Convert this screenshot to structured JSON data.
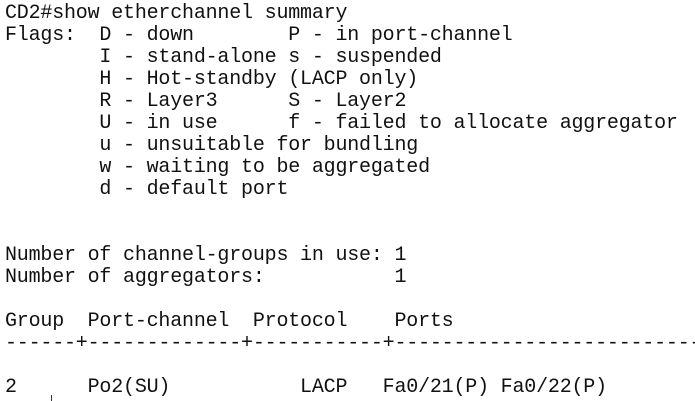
{
  "terminal": {
    "lines": {
      "l00": "CD2#show etherchannel summary",
      "l01": "Flags:  D - down        P - in port-channel",
      "l02": "        I - stand-alone s - suspended",
      "l03": "        H - Hot-standby (LACP only)",
      "l04": "        R - Layer3      S - Layer2",
      "l05": "        U - in use      f - failed to allocate aggregator",
      "l06": "        u - unsuitable for bundling",
      "l07": "        w - waiting to be aggregated",
      "l08": "        d - default port",
      "l09": "",
      "l10": "",
      "l11": "Number of channel-groups in use: 1",
      "l12": "Number of aggregators:           1",
      "l13": "",
      "l14": "Group  Port-channel  Protocol    Ports",
      "l15": "------+-------------+-----------+-----------------------------------------------",
      "l16": "",
      "l17": "2      Po2(SU)           LACP   Fa0/21(P) Fa0/22(P)"
    }
  }
}
